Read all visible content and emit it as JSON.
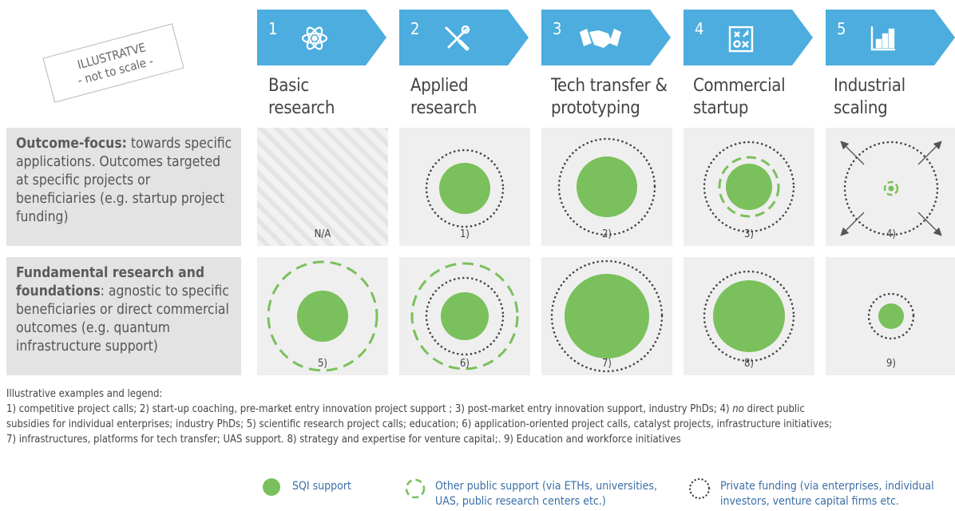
{
  "stamp": {
    "line1": "ILLUSTRATVE",
    "line2": "- not to scale -"
  },
  "colors": {
    "chevron": "#4cadde",
    "sqi_green": "#7ac05c",
    "public_dashed": "#7ac05c",
    "private_dotted": "#444444",
    "legend_text": "#3b6fa6"
  },
  "stages": [
    {
      "number": "1",
      "icon": "atom-icon",
      "label_line1": "Basic",
      "label_line2": "research"
    },
    {
      "number": "2",
      "icon": "tools-icon",
      "label_line1": "Applied",
      "label_line2": "research"
    },
    {
      "number": "3",
      "icon": "handshake-icon",
      "label_line1": "Tech transfer &",
      "label_line2": "prototyping"
    },
    {
      "number": "4",
      "icon": "strategy-board-icon",
      "label_line1": "Commercial",
      "label_line2": "startup"
    },
    {
      "number": "5",
      "icon": "bar-chart-icon",
      "label_line1": "Industrial",
      "label_line2": "scaling"
    }
  ],
  "rows": [
    {
      "title": "Outcome-focus:",
      "description": " towards specific applications. Outcomes targeted at specific projects or beneficiaries (e.g. startup project funding)",
      "cells": [
        {
          "ref": "N/A",
          "sqi": false,
          "public": false,
          "private": false,
          "hatched": true
        },
        {
          "ref": "1)",
          "sqi": true,
          "public": false,
          "private": true
        },
        {
          "ref": "2)",
          "sqi": true,
          "public": false,
          "private": true
        },
        {
          "ref": "3)",
          "sqi": true,
          "public": true,
          "private": true
        },
        {
          "ref": "4)",
          "sqi": false,
          "public": true,
          "private": true,
          "arrows": true
        }
      ]
    },
    {
      "title": "Fundamental research and foundations",
      "description": ": agnostic to specific beneficiaries or direct commercial outcomes (e.g. quantum infrastructure support)",
      "cells": [
        {
          "ref": "5)",
          "sqi": true,
          "public": true,
          "private": false
        },
        {
          "ref": "6)",
          "sqi": true,
          "public": true,
          "private": true
        },
        {
          "ref": "7)",
          "sqi": true,
          "public": false,
          "private": true
        },
        {
          "ref": "8)",
          "sqi": true,
          "public": false,
          "private": true
        },
        {
          "ref": "9)",
          "sqi": true,
          "public": false,
          "private": true
        }
      ]
    }
  ],
  "notes": {
    "heading": "Illustrative examples and legend:",
    "line1_a": "1) competitive project calls; 2) start-up coaching, pre-market entry innovation project support ; 3) post-market entry innovation support, industry PhDs; 4) ",
    "line1_italic": "no",
    "line1_b": " direct public",
    "line2": "subsidies for individual enterprises; industry PhDs; 5) scientific research project calls; education; 6) application-oriented project calls, catalyst projects, infrastructure initiatives;",
    "line3": "7) infrastructures, platforms for tech transfer; UAS support. 8) strategy and expertise for venture capital;. 9) Education and workforce initiatives"
  },
  "legend": {
    "sqi": "SQI support",
    "public_line1": "Other public support (via ETHs, universities,",
    "public_line2": "UAS, public research centers etc.)",
    "private_line1": "Private funding (via enterprises, individual",
    "private_line2": "investors, venture capital firms etc."
  }
}
